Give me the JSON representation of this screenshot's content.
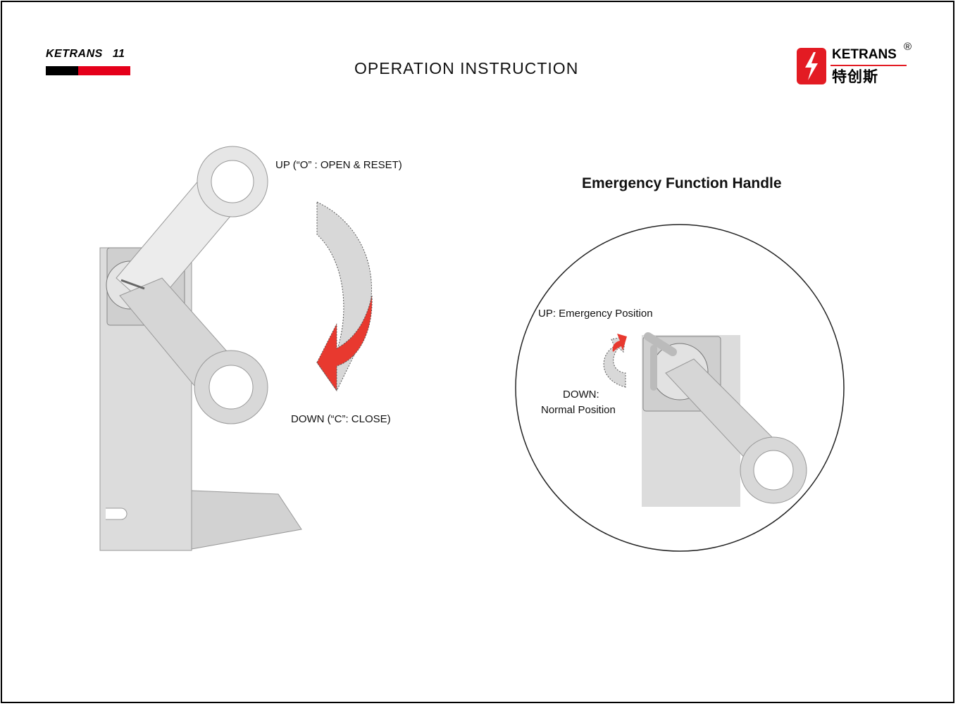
{
  "header": {
    "left_logo": {
      "brand": "KETRANS",
      "number": "11"
    },
    "title": "OPERATION INSTRUCTION",
    "right_logo": {
      "brand": "KETRANS",
      "registered": "®",
      "chinese": "特创斯"
    }
  },
  "left_diagram": {
    "up_label": "UP (“O” : OPEN & RESET)",
    "down_label": "DOWN (“C”: CLOSE)"
  },
  "right_diagram": {
    "heading": "Emergency Function Handle",
    "up_label": "UP: Emergency Position",
    "down_label_1": "DOWN:",
    "down_label_2": "Normal Position"
  },
  "colors": {
    "brand_red": "#e31b23",
    "arrow_red": "#e8392f",
    "plate_grey": "#d9d9d9"
  }
}
